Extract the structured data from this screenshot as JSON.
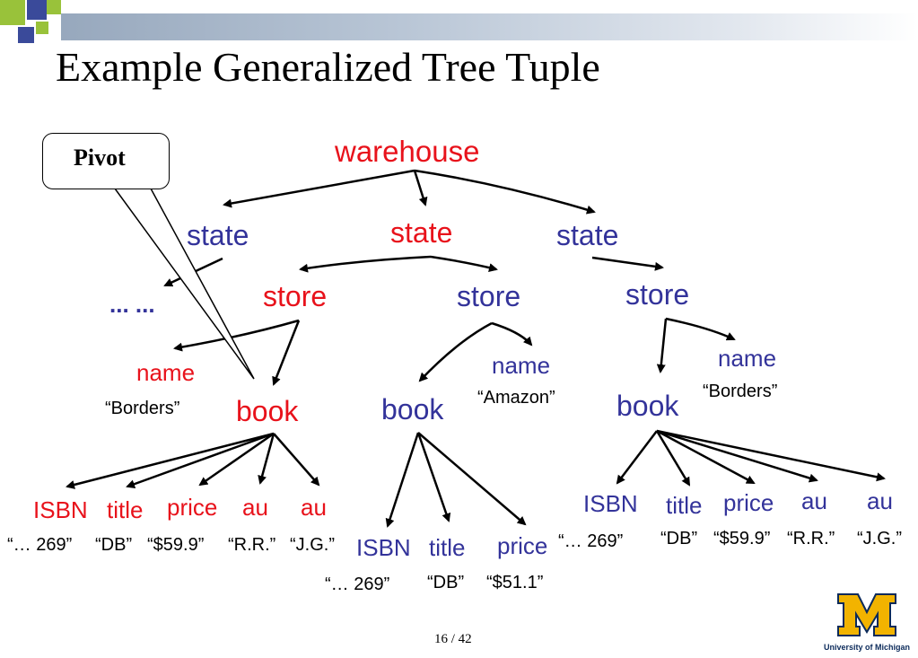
{
  "slide": {
    "title": "Example Generalized Tree Tuple",
    "page": "16 / 42",
    "logo_caption": "University of Michigan",
    "colors": {
      "red": "#e8121b",
      "blue": "#33339a",
      "maize": "#f2b300"
    }
  },
  "callout": {
    "label": "Pivot"
  },
  "tree": {
    "root": "warehouse",
    "states": [
      "state",
      "state",
      "state"
    ],
    "ellipsis": "... ...",
    "stores": [
      "store",
      "store",
      "store"
    ],
    "store1": {
      "name_label": "name",
      "name_value": "“Borders”",
      "book": "book",
      "children": [
        "ISBN",
        "title",
        "price",
        "au",
        "au"
      ],
      "values": [
        "“… 269”",
        "“DB”",
        "“$59.9”",
        "“R.R.”",
        "“J.G.”"
      ]
    },
    "store2": {
      "name_label": "name",
      "name_value": "“Amazon”",
      "book": "book",
      "children": [
        "ISBN",
        "title",
        "price"
      ],
      "values": [
        "“… 269”",
        "“DB”",
        "“$51.1”"
      ]
    },
    "store3": {
      "name_label": "name",
      "name_value": "“Borders”",
      "book": "book",
      "children": [
        "ISBN",
        "title",
        "price",
        "au",
        "au"
      ],
      "values": [
        "“… 269”",
        "“DB”",
        "“$59.9”",
        "“R.R.”",
        "“J.G.”"
      ]
    }
  }
}
